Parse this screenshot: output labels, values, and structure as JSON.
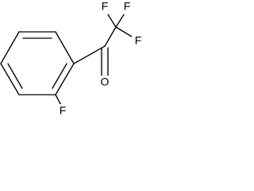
{
  "molecule": {
    "atoms": {
      "f_cf3_top_left": "F",
      "f_cf3_top_right": "F",
      "f_cf3_right": "F",
      "o_carbonyl": "O",
      "f_ring": "F"
    }
  }
}
